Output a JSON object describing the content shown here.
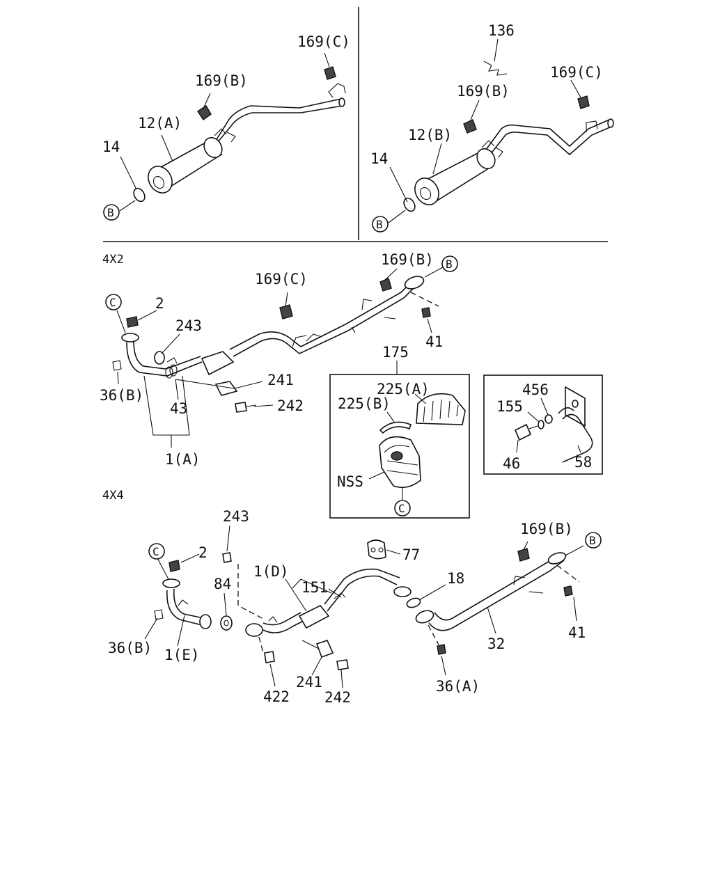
{
  "sections": {
    "s4x2": "4X2",
    "s4x4": "4X4"
  },
  "labels": {
    "l169c_a": "169(C)",
    "l169b_a": "169(B)",
    "l12a": "12(A)",
    "l14_a": "14",
    "l136": "136",
    "l169c_b": "169(C)",
    "l169b_b": "169(B)",
    "l12b": "12(B)",
    "l14_b": "14",
    "l169b_c": "169(B)",
    "l169c_c": "169(C)",
    "l2_a": "2",
    "l243_a": "243",
    "l41_a": "41",
    "l36b_a": "36(B)",
    "l43": "43",
    "l241_a": "241",
    "l242_a": "242",
    "l1a": "1(A)",
    "l175": "175",
    "l225a": "225(A)",
    "l225b": "225(B)",
    "lnss": "NSS",
    "l456": "456",
    "l155": "155",
    "l46": "46",
    "l58": "58",
    "l243_b": "243",
    "l2_b": "2",
    "l84": "84",
    "l1d": "1(D)",
    "l151": "151",
    "l77": "77",
    "l18": "18",
    "l169b_d": "169(B)",
    "l41_b": "41",
    "l36b_b": "36(B)",
    "l1e": "1(E)",
    "l32": "32",
    "l241_b": "241",
    "l242_b": "242",
    "l422": "422",
    "l36a": "36(A)"
  },
  "refs": {
    "B": "B",
    "C": "C"
  }
}
